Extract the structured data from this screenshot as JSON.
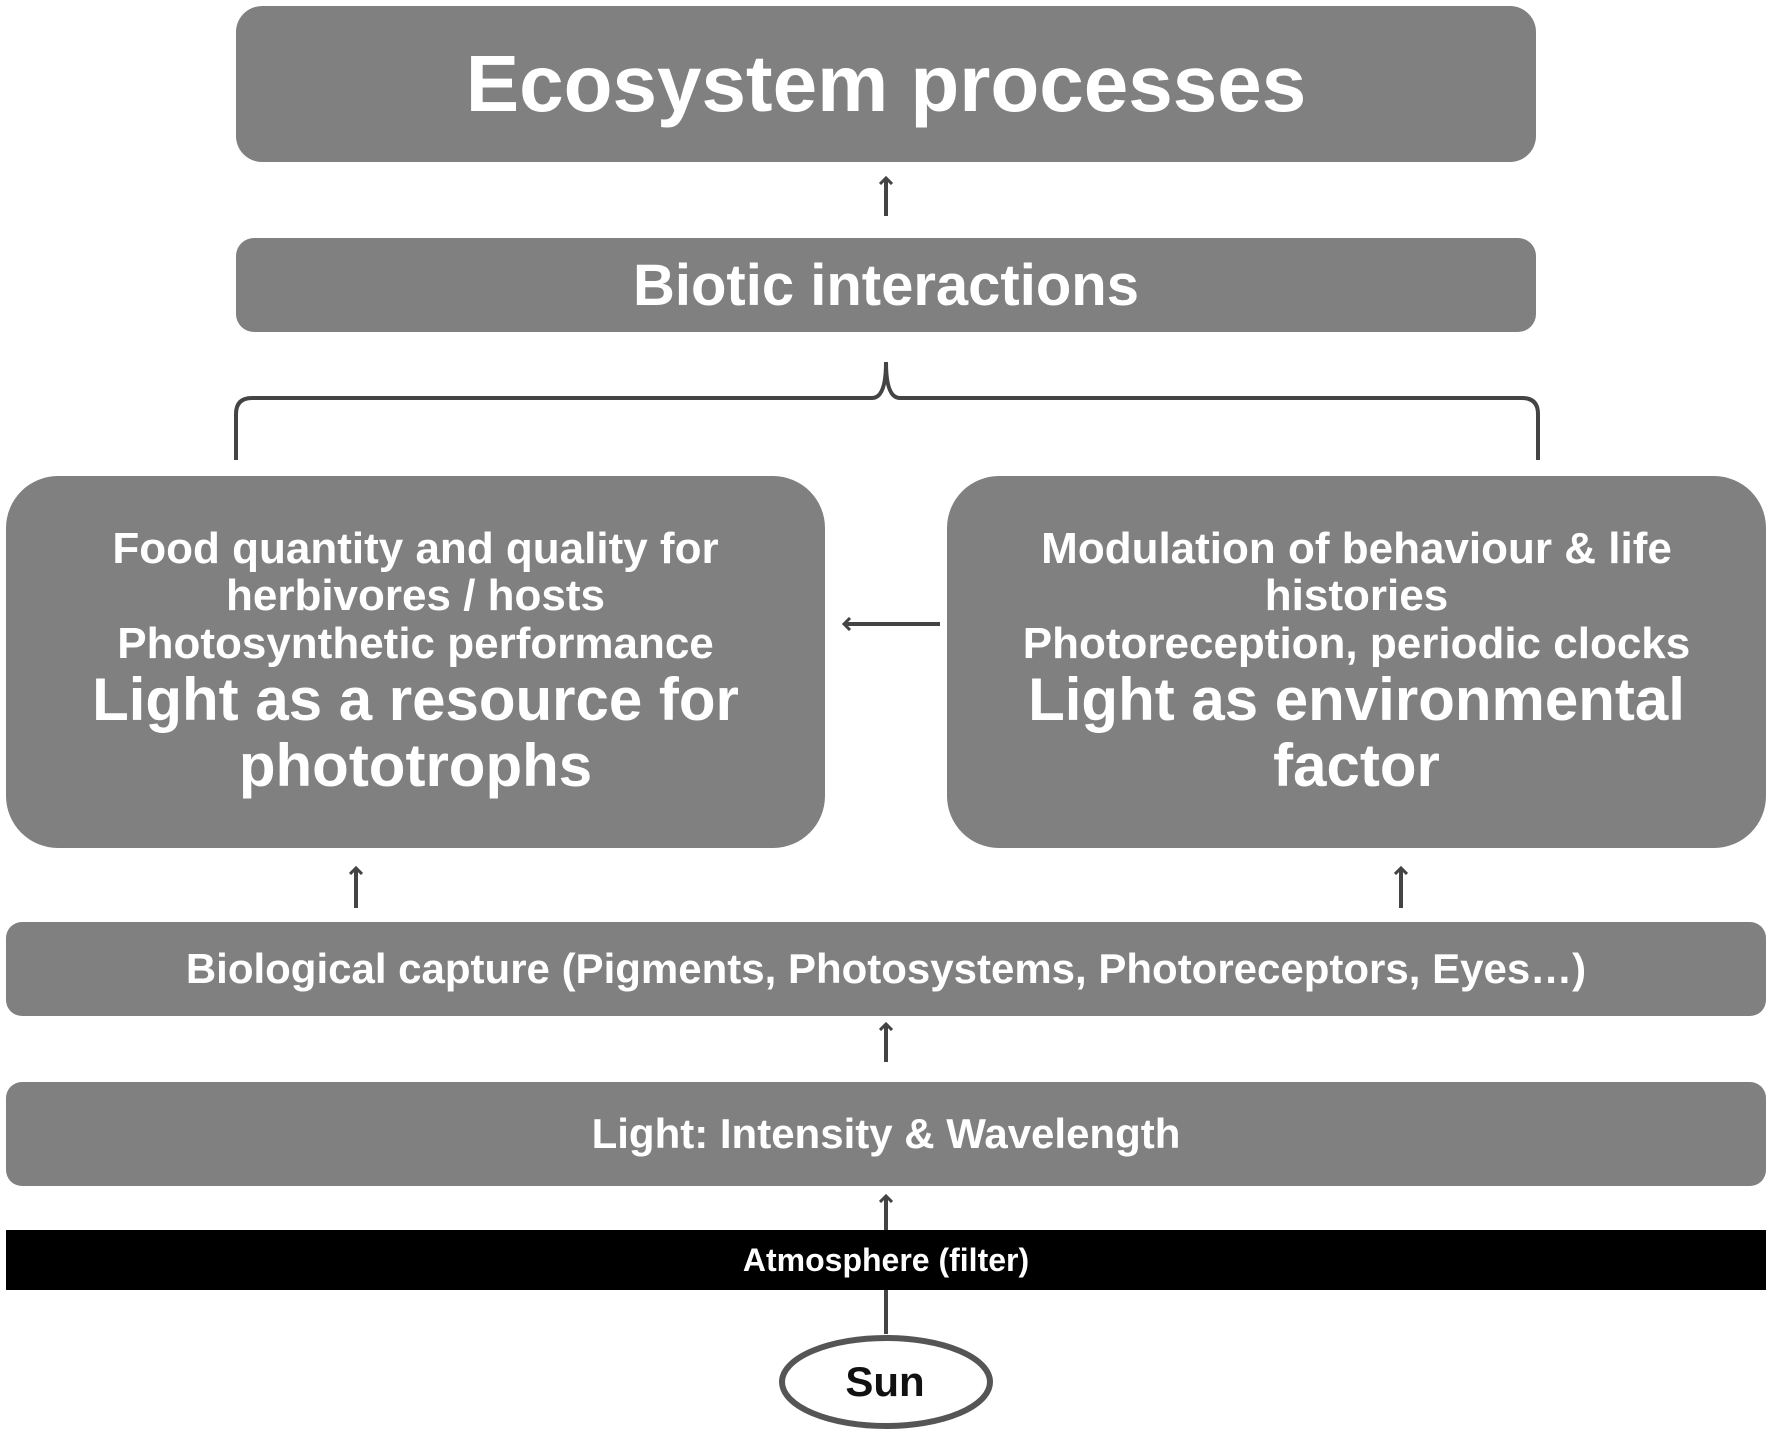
{
  "nodes": {
    "ecosystem_processes": "Ecosystem processes",
    "biotic_interactions": "Biotic interactions",
    "resource": {
      "line1": "Food quantity and quality for",
      "line2": "herbivores / hosts",
      "line3": "Photosynthetic performance",
      "line4": "Light as a resource for",
      "line5": "phototrophs"
    },
    "factor": {
      "line1": "Modulation of behaviour & life",
      "line2": "histories",
      "line3": "Photoreception, periodic clocks",
      "line4": "Light as environmental",
      "line5": "factor"
    },
    "biological_capture": "Biological capture (Pigments, Photosystems, Photoreceptors, Eyes…)",
    "light": "Light: Intensity & Wavelength",
    "atmosphere": "Atmosphere (filter)",
    "sun": "Sun"
  },
  "colors": {
    "box_fill": "#808080",
    "box_text": "#ffffff",
    "atmosphere_fill": "#000000",
    "connector": "#444444",
    "sun_outline": "#555555"
  }
}
